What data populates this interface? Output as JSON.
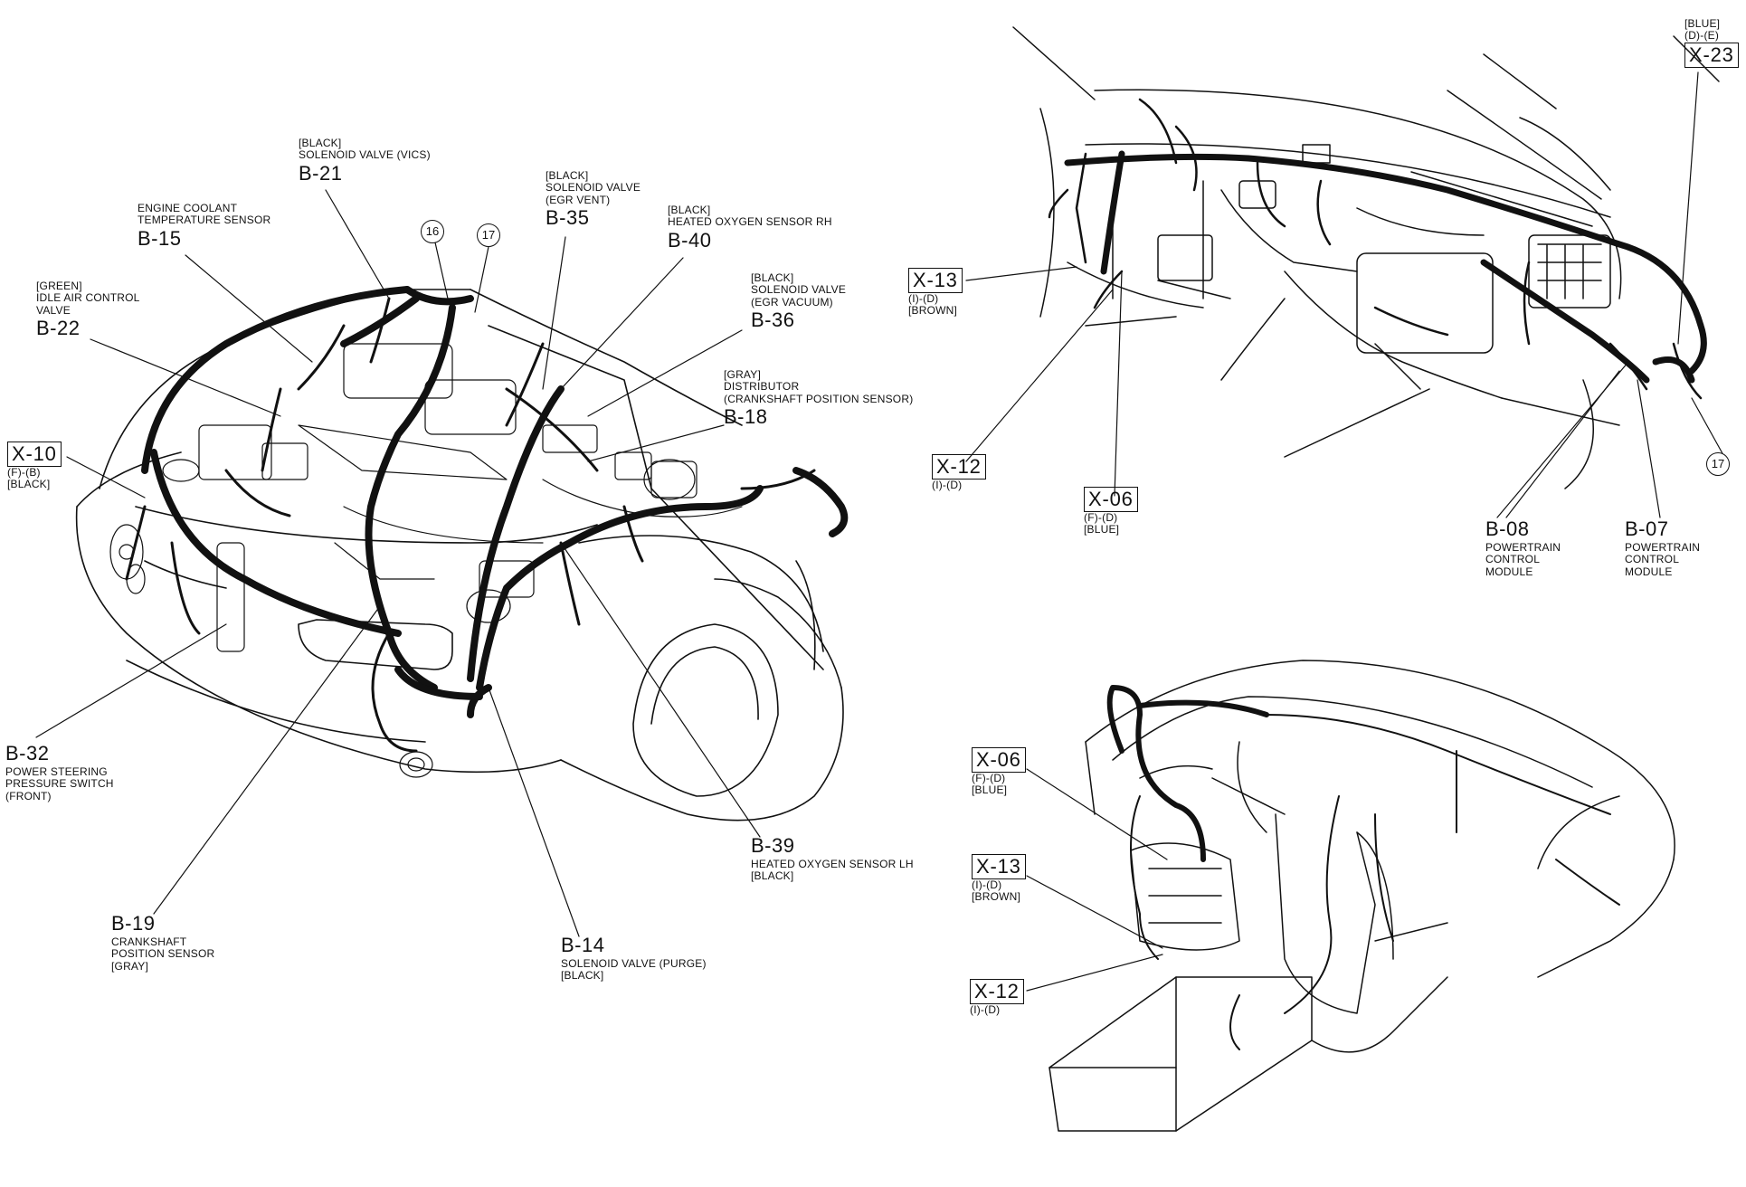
{
  "engine_labels": {
    "b21": {
      "color": "[BLACK]",
      "name": "SOLENOID VALVE (VICS)",
      "code": "B-21"
    },
    "b15": {
      "name1": "ENGINE COOLANT",
      "name2": "TEMPERATURE SENSOR",
      "code": "B-15"
    },
    "b22": {
      "color": "[GREEN]",
      "name1": "IDLE AIR CONTROL",
      "name2": "VALVE",
      "code": "B-22"
    },
    "b35": {
      "color": "[BLACK]",
      "name1": "SOLENOID VALVE",
      "name2": "(EGR VENT)",
      "code": "B-35"
    },
    "b40": {
      "color": "[BLACK]",
      "name": "HEATED OXYGEN SENSOR RH",
      "code": "B-40"
    },
    "b36": {
      "color": "[BLACK]",
      "name1": "SOLENOID VALVE",
      "name2": "(EGR VACUUM)",
      "code": "B-36"
    },
    "b18": {
      "color": "[GRAY]",
      "name1": "DISTRIBUTOR",
      "name2": "(CRANKSHAFT POSITION SENSOR)",
      "code": "B-18"
    },
    "x10": {
      "code": "X-10",
      "pins": "(F)-(B)",
      "color": "[BLACK]"
    },
    "b32": {
      "code": "B-32",
      "name1": "POWER STEERING",
      "name2": "PRESSURE SWITCH",
      "name3": "(FRONT)"
    },
    "b19": {
      "code": "B-19",
      "name1": "CRANKSHAFT",
      "name2": "POSITION SENSOR",
      "color": "[GRAY]"
    },
    "b14": {
      "code": "B-14",
      "name": "SOLENOID VALVE (PURGE)",
      "color": "[BLACK]"
    },
    "b39": {
      "code": "B-39",
      "name": "HEATED OXYGEN SENSOR LH",
      "color": "[BLACK]"
    },
    "circle16": "16",
    "circle17": "17"
  },
  "dash_labels": {
    "x23": {
      "color": "[BLUE]",
      "pins": "(D)-(E)",
      "code": "X-23"
    },
    "x13": {
      "code": "X-13",
      "pins": "(I)-(D)",
      "color": "[BROWN]"
    },
    "x12": {
      "code": "X-12",
      "pins": "(I)-(D)"
    },
    "x06": {
      "code": "X-06",
      "pins": "(F)-(D)",
      "color": "[BLUE]"
    },
    "b08": {
      "code": "B-08",
      "name1": "POWERTRAIN",
      "name2": "CONTROL",
      "name3": "MODULE"
    },
    "b07": {
      "code": "B-07",
      "name1": "POWERTRAIN",
      "name2": "CONTROL",
      "name3": "MODULE"
    },
    "circle17": "17"
  },
  "console_labels": {
    "x06": {
      "code": "X-06",
      "pins": "(F)-(D)",
      "color": "[BLUE]"
    },
    "x13": {
      "code": "X-13",
      "pins": "(I)-(D)",
      "color": "[BROWN]"
    },
    "x12": {
      "code": "X-12",
      "pins": "(I)-(D)"
    }
  }
}
